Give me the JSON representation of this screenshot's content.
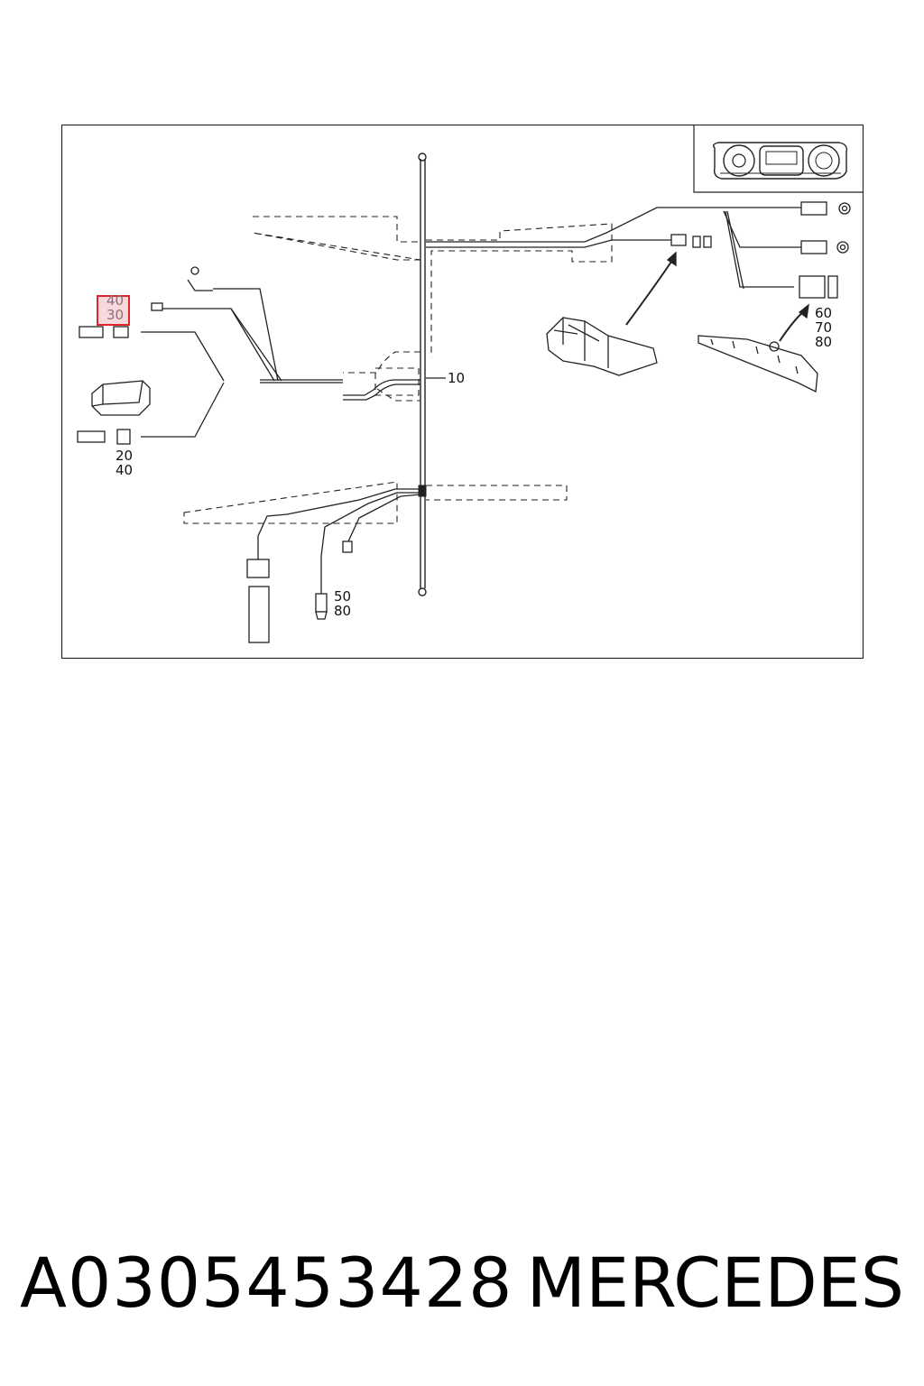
{
  "diagram": {
    "callouts": {
      "c10": "10",
      "c40a": "40",
      "c30": "30",
      "c20": "20",
      "c40b": "40",
      "c50": "50",
      "c80a": "80",
      "c60": "60",
      "c70": "70",
      "c80b": "80"
    },
    "highlight_color": "#e0262a"
  },
  "footer": {
    "part_number": "A0305453428",
    "brand": "MERCEDES"
  }
}
